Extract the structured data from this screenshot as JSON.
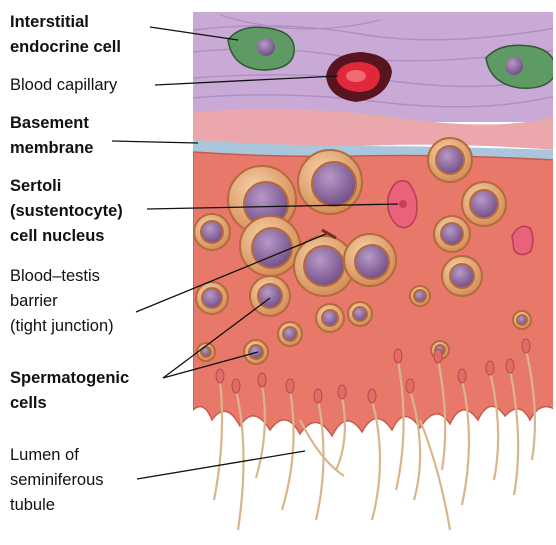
{
  "labels": {
    "interstitial": "Interstitial\nendocrine cell",
    "capillary": "Blood capillary",
    "basement": "Basement\nmembrane",
    "sertoli": "Sertoli\n(sustentocyte)\ncell nucleus",
    "barrier": "Blood–testis\nbarrier\n(tight junction)",
    "spermatogenic": "Spermatogenic\ncells",
    "lumen": "Lumen of\nseminiferous\ntubule"
  },
  "colors": {
    "interstitium": "#c9a9d6",
    "capillary_wall": "#5a1420",
    "red_blood_cell": "#e0283a",
    "endocrine_cell": "#5e9a64",
    "basement_pink": "#eaa8ad",
    "basement_blue": "#a9c6dc",
    "sertoli_cytoplasm": "#e8786a",
    "germ_cell": "#e8b083",
    "nucleus": "#8e6a9c",
    "sperm_tail": "#d9b58d",
    "sertoli_nucleus": "#e9627a"
  }
}
